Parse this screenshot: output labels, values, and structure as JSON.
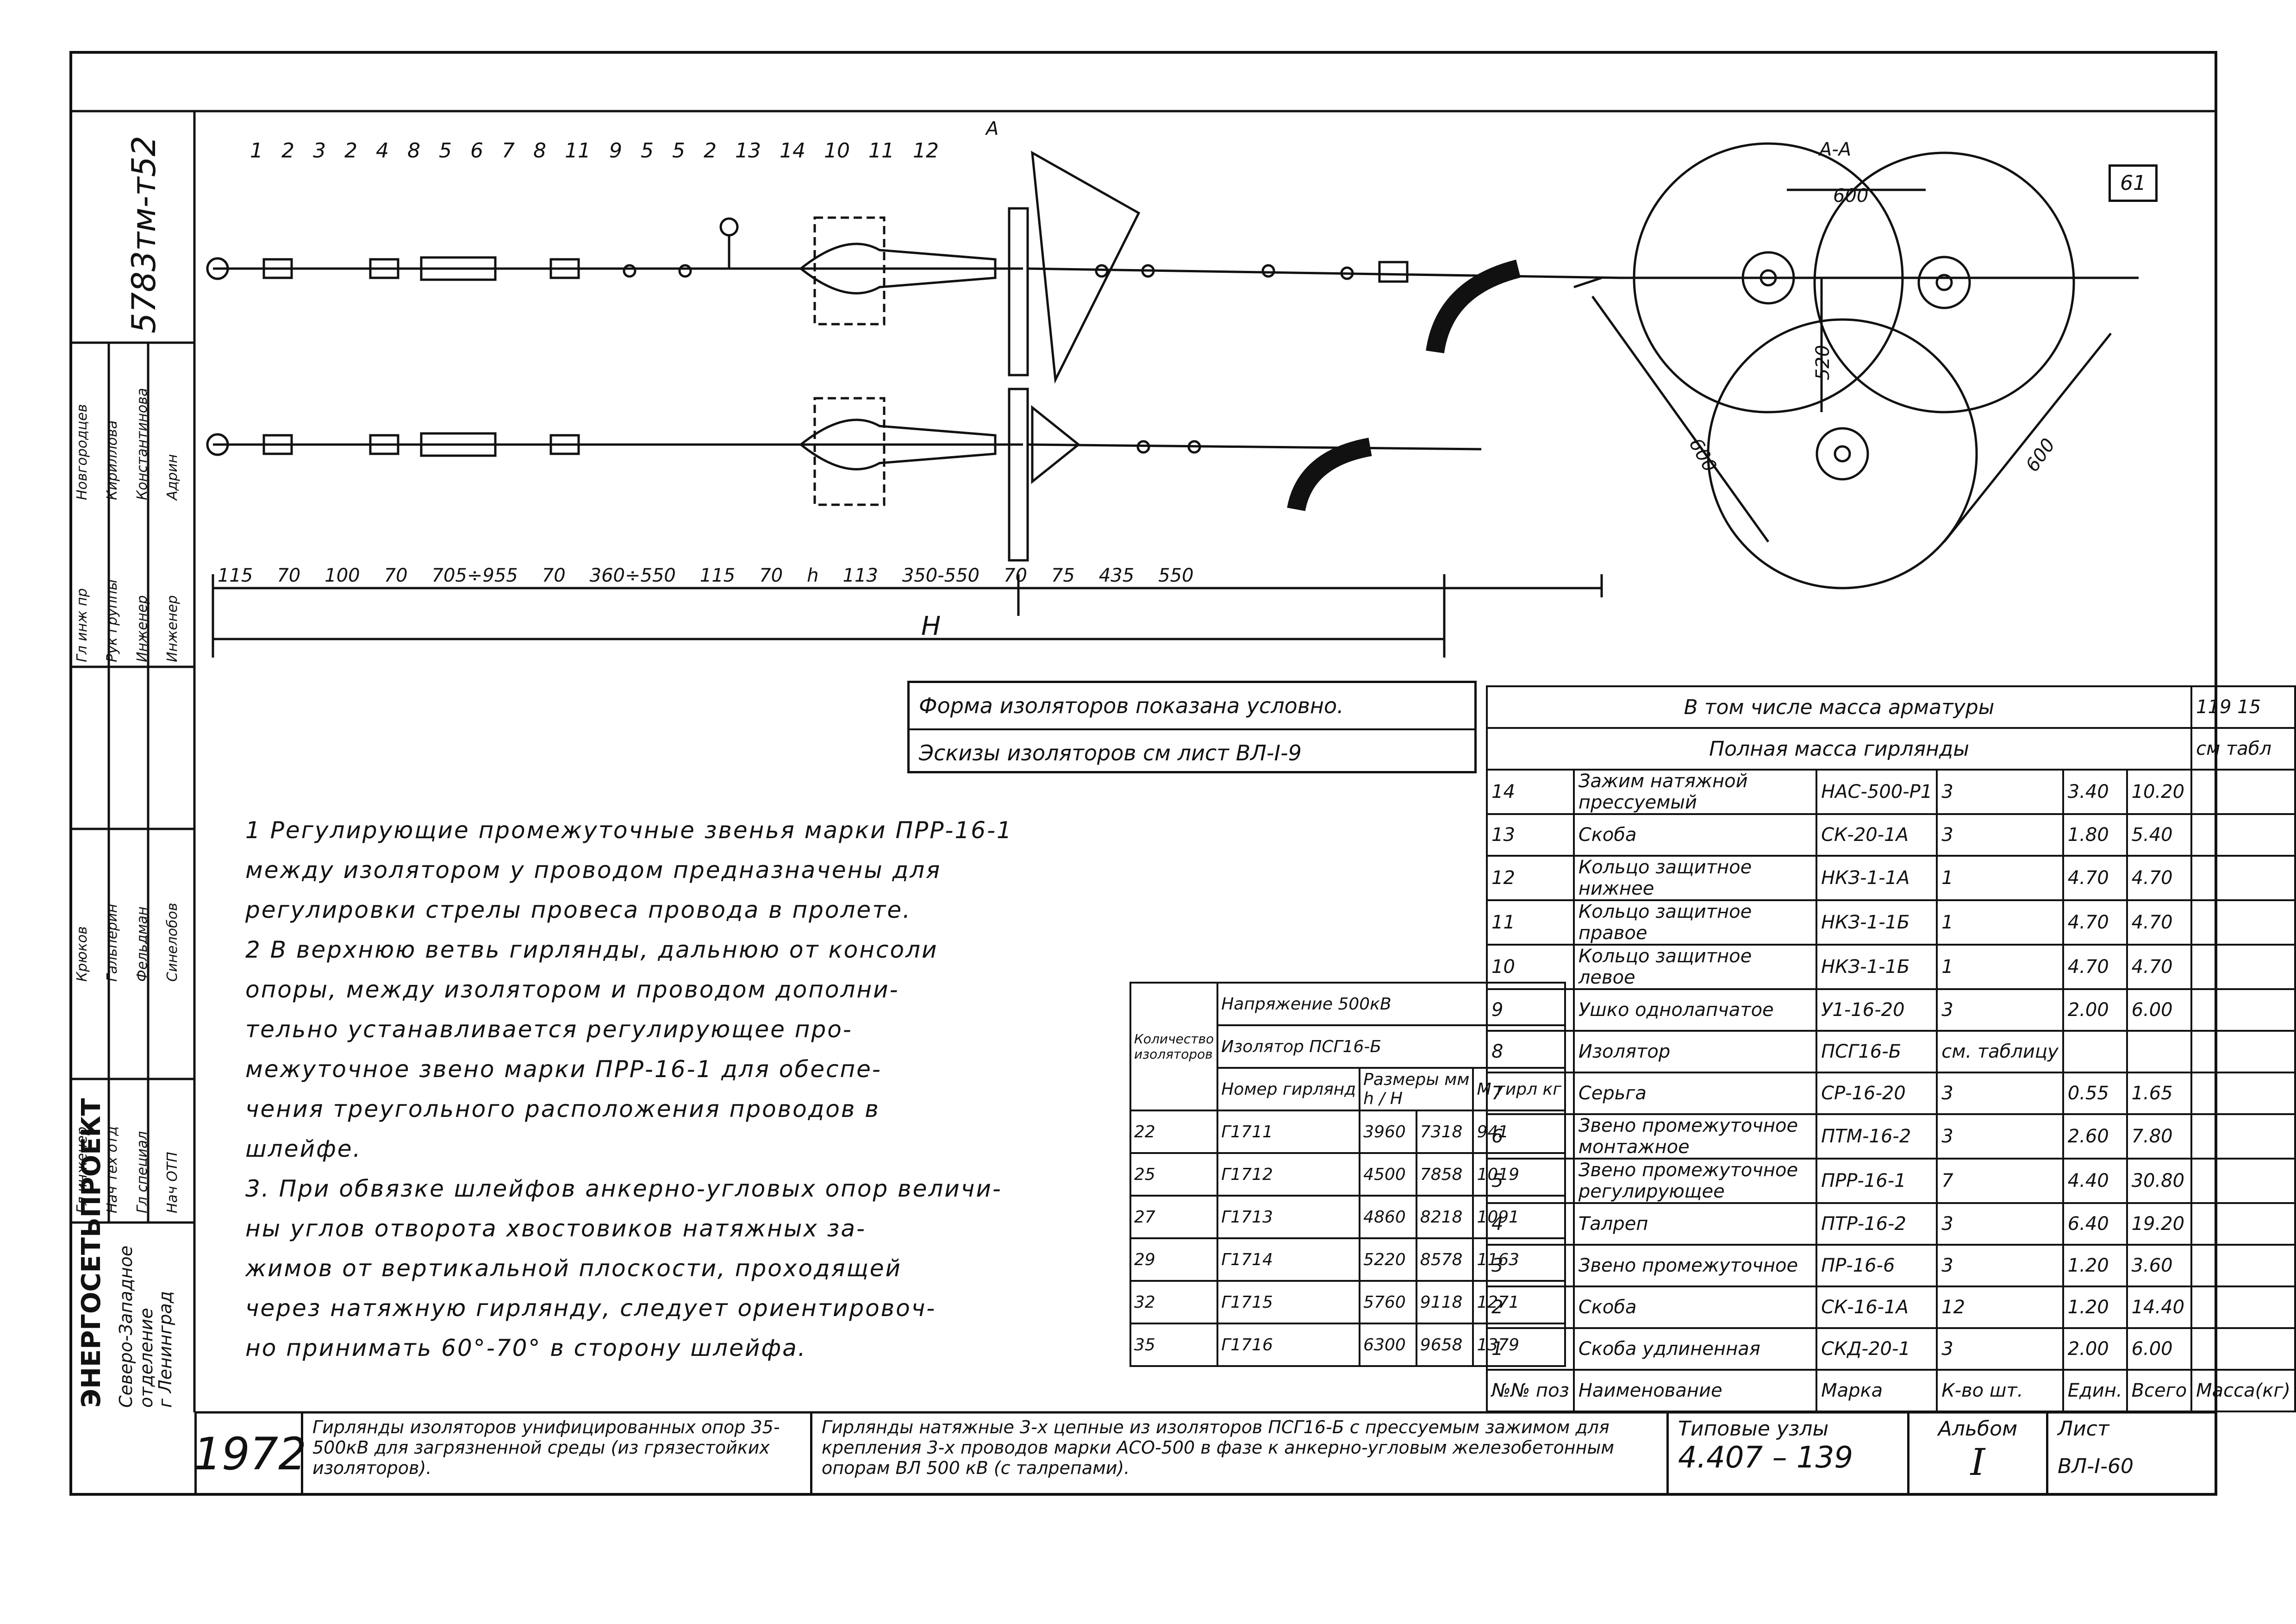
{
  "drawing": {
    "sheet_corner": "61",
    "archive_number": "5783тм-т52",
    "callouts_top": [
      "1",
      "2",
      "3",
      "2",
      "4",
      "8",
      "5",
      "6",
      "7",
      "8",
      "11",
      "9",
      "5",
      "5",
      "2",
      "13",
      "14",
      "10",
      "11",
      "12"
    ],
    "section_label": "А-А",
    "section_mark": "А",
    "dims_bottom": [
      "115",
      "70",
      "100",
      "70",
      "705÷955",
      "70",
      "360÷550",
      "115",
      "70",
      "h",
      "113",
      "350-550",
      "70",
      "75",
      "435",
      "550"
    ],
    "dim_H": "H",
    "dim_600_top": "600",
    "dim_520": "520",
    "dim_600_left": "600",
    "dim_600_right": "600"
  },
  "form_note": {
    "line1": "Форма изоляторов показана условно.",
    "line2": "Эскизы изоляторов см лист ВЛ-I-9"
  },
  "notes": [
    "1 Регулирующие промежуточные звенья марки ПРР-16-1",
    "между изолятором у проводом предназначены для",
    "регулировки стрелы провеса провода в пролете.",
    "2 В верхнюю ветвь гирлянды, дальнюю от консоли",
    "опоры, между изолятором и проводом дополни-",
    "тельно устанавливается регулирующее про-",
    "межуточное звено марки ПРР-16-1 для обеспе-",
    "чения треугольного расположения проводов в",
    "шлейфе.",
    "3. При обвязке шлейфов анкерно-угловых опор величи-",
    "ны углов отворота хвостовиков натяжных за-",
    "жимов от вертикальной плоскости, проходящей",
    "через натяжную гирлянду, следует ориентировоч-",
    "но принимать 60°-70° в сторону шлейфа."
  ],
  "insulator_table": {
    "col_count": "Количество изоляторов",
    "voltage": "Напряжение 500кВ",
    "insulator": "Изолятор ПСГ16-Б",
    "number_hdr": "Номер гирлянд",
    "sizes_hdr": "Размеры мм",
    "h": "h",
    "H": "H",
    "mass_hdr": "М гирл кг",
    "rows": [
      [
        "22",
        "Г1711",
        "3960",
        "7318",
        "941"
      ],
      [
        "25",
        "Г1712",
        "4500",
        "7858",
        "1019"
      ],
      [
        "27",
        "Г1713",
        "4860",
        "8218",
        "1091"
      ],
      [
        "29",
        "Г1714",
        "5220",
        "8578",
        "1163"
      ],
      [
        "32",
        "Г1715",
        "5760",
        "9118",
        "1271"
      ],
      [
        "35",
        "Г1716",
        "6300",
        "9658",
        "1379"
      ]
    ]
  },
  "spec_table": {
    "header_mass_fittings": "В том числе масса арматуры",
    "header_mass_fittings_val": "119 15",
    "header_total": "Полная масса гирлянды",
    "header_total_val": "см табл",
    "rows": [
      [
        "14",
        "Зажим натяжной прессуемый",
        "НАС-500-Р1",
        "3",
        "3.40",
        "10.20"
      ],
      [
        "13",
        "Скоба",
        "СК-20-1А",
        "3",
        "1.80",
        "5.40"
      ],
      [
        "12",
        "Кольцо защитное нижнее",
        "НКЗ-1-1А",
        "1",
        "4.70",
        "4.70"
      ],
      [
        "11",
        "Кольцо защитное правое",
        "НКЗ-1-1Б",
        "1",
        "4.70",
        "4.70"
      ],
      [
        "10",
        "Кольцо защитное левое",
        "НКЗ-1-1Б",
        "1",
        "4.70",
        "4.70"
      ],
      [
        "9",
        "Ушко однолапчатое",
        "У1-16-20",
        "3",
        "2.00",
        "6.00"
      ],
      [
        "8",
        "Изолятор",
        "ПСГ16-Б",
        "см. таблицу",
        "",
        ""
      ],
      [
        "7",
        "Серьга",
        "СР-16-20",
        "3",
        "0.55",
        "1.65"
      ],
      [
        "6",
        "Звено промежуточное монтажное",
        "ПТМ-16-2",
        "3",
        "2.60",
        "7.80"
      ],
      [
        "5",
        "Звено промежуточное регулирующее",
        "ПРР-16-1",
        "7",
        "4.40",
        "30.80"
      ],
      [
        "4",
        "Талреп",
        "ПТР-16-2",
        "3",
        "6.40",
        "19.20"
      ],
      [
        "3",
        "Звено промежуточное",
        "ПР-16-6",
        "3",
        "1.20",
        "3.60"
      ],
      [
        "2",
        "Скоба",
        "СК-16-1А",
        "12",
        "1.20",
        "14.40"
      ],
      [
        "1",
        "Скоба удлиненная",
        "СКД-20-1",
        "3",
        "2.00",
        "6.00"
      ]
    ],
    "footer": {
      "pos": "№№ поз",
      "name": "Наименование",
      "mark": "Марка",
      "qty": "К-во шт.",
      "unit": "Един.",
      "total": "Всего",
      "mass": "Масса(кг)"
    }
  },
  "title_block": {
    "org1": "ЭНЕРГОСЕТЬПРОЕКТ",
    "org2": "Северо-Западное отделение",
    "org3": "г Ленинград",
    "year": "1972",
    "desc": "Гирлянды изоляторов унифицированных опор 35-500кВ для загрязненной среды (из грязестойких изоляторов).",
    "title": "Гирлянды натяжные 3-х цепные из изоляторов ПСГ16-Б с прессуемым зажимом для крепления 3-х проводов марки АСО-500 в фазе к анкерно-угловым железобетонным опорам ВЛ 500 кВ (с талрепами).",
    "typical_label": "Типовые узлы",
    "typical_num": "4.407 – 139",
    "album_label": "Альбом",
    "album_num": "I",
    "sheet_label": "Лист",
    "sheet_num": "ВЛ-I-60"
  },
  "signatures": {
    "roles": [
      "Гл инж пр",
      "Рук группы",
      "Инженер",
      "Инженер"
    ],
    "names": [
      "Новгородцев",
      "Кириллова",
      "Константинова",
      "Адрин"
    ],
    "roles2": [
      "Гл инженер",
      "Нач тех отд",
      "Гл специал",
      "Нач ОТП"
    ],
    "names2": [
      "Крюков",
      "Гальперин",
      "Фельдман",
      "Синелобов"
    ]
  }
}
